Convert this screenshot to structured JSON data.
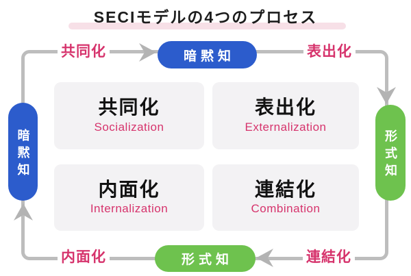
{
  "title": {
    "text": "SECIモデルの4つのプロセス"
  },
  "cycle": {
    "edge_labels": {
      "top_left": "共同化",
      "top_right": "表出化",
      "bottom_left": "内面化",
      "bottom_right": "連結化"
    },
    "nodes": {
      "top": "暗黙知",
      "left": "暗黙知",
      "right": "形式知",
      "bottom": "形式知"
    }
  },
  "quadrants": [
    {
      "jp": "共同化",
      "en": "Socialization"
    },
    {
      "jp": "表出化",
      "en": "Externalization"
    },
    {
      "jp": "内面化",
      "en": "Internalization"
    },
    {
      "jp": "連結化",
      "en": "Combination"
    }
  ],
  "icons": {
    "arrow_right": "chevron-right",
    "arrow_down": "chevron-down",
    "arrow_left": "chevron-left",
    "arrow_up": "chevron-up"
  },
  "colors": {
    "blue": "#2c5ccc",
    "green": "#6ec24e",
    "pink": "#d6336c",
    "line": "#bdbdbd",
    "arrow": "#b3b3b3",
    "box": "#f3f2f4",
    "ink": "#1c1c1c",
    "underline": "#f7e0e7",
    "bg": "#ffffff"
  }
}
